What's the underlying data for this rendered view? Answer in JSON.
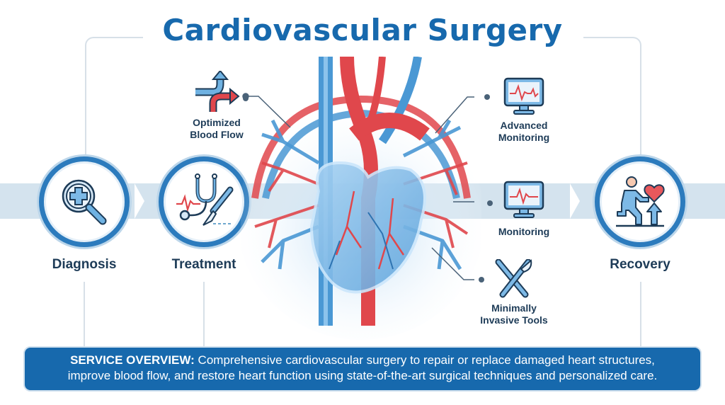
{
  "title": "Cardiovascular Surgery",
  "steps": [
    {
      "label": "Diagnosis",
      "icon": "magnifier-plus-icon"
    },
    {
      "label": "Treatment",
      "icon": "stethoscope-scalpel-icon"
    },
    {
      "label": "Recovery",
      "icon": "person-heart-arrow-icon"
    }
  ],
  "features": [
    {
      "label_line1": "Optimized",
      "label_line2": "Blood Flow",
      "icon": "blood-flow-arrows-icon"
    },
    {
      "label_line1": "Advanced",
      "label_line2": "Monitoring",
      "icon": "monitor-heartbeat-icon"
    },
    {
      "label_line1": "Monitoring",
      "label_line2": "",
      "icon": "monitor-heartbeat-icon"
    },
    {
      "label_line1": "Minimally",
      "label_line2": "Invasive Tools",
      "icon": "surgical-tools-icon"
    }
  ],
  "overview": {
    "heading": "SERVICE OVERVIEW:",
    "line1": "Comprehensive cardiovascular surgery to repair or replace damaged heart structures,",
    "line2": "improve blood flow, and restore heart function using state-of-the-art surgical techniques and personalized care."
  },
  "colors": {
    "primary_blue": "#1769ad",
    "ring_blue": "#2c7bbd",
    "ribbon": "#d4e3ee",
    "artery_red": "#e0474c",
    "vein_blue": "#4a98d4",
    "text_dark": "#1d3b57"
  }
}
